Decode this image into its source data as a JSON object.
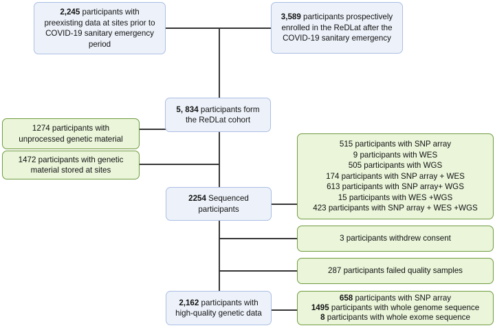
{
  "nodes": {
    "preexisting": {
      "bold": "2,245",
      "text": " participants with preexisting data at sites prior to COVID-19 sanitary emergency period"
    },
    "prospective": {
      "bold": "3,589",
      "text": " participants prospectively enrolled in the ReDLat after the COVID-19 sanitary emergency"
    },
    "cohort": {
      "bold": "5, 834",
      "text": " participants form the ReDLat cohort"
    },
    "unprocessed": {
      "text": "1274 participants with unprocessed genetic material"
    },
    "stored": {
      "text": "1472 participants with genetic material stored at sites"
    },
    "sequenced": {
      "bold": "2254",
      "text": " Sequenced participants"
    },
    "breakdown": {
      "lines": [
        "515 participants with SNP array",
        "9 participants with WES",
        "505 participants with WGS",
        "174 participants with SNP array + WES",
        "613 participants with SNP array+ WGS",
        "15 participants with WES +WGS",
        "423 participants with SNP array + WES +WGS"
      ]
    },
    "withdrew": {
      "text": "3 participants withdrew consent"
    },
    "failed": {
      "text": "287 participants failed quality samples"
    },
    "high_quality": {
      "bold": "2,162",
      "text": " participants with high-quality genetic data"
    },
    "final": {
      "lines": [
        {
          "bold": "658",
          "text": " participants with SNP array"
        },
        {
          "bold": "1495",
          "text": " participants with whole genome sequence"
        },
        {
          "bold": "8",
          "text": " participants with whole exome sequence"
        }
      ]
    }
  },
  "colors": {
    "blue_fill": "#edf2fa",
    "blue_border": "#a9bde3",
    "green_fill": "#eaf5da",
    "green_border": "#6f9a3e",
    "connector": "#333333"
  }
}
